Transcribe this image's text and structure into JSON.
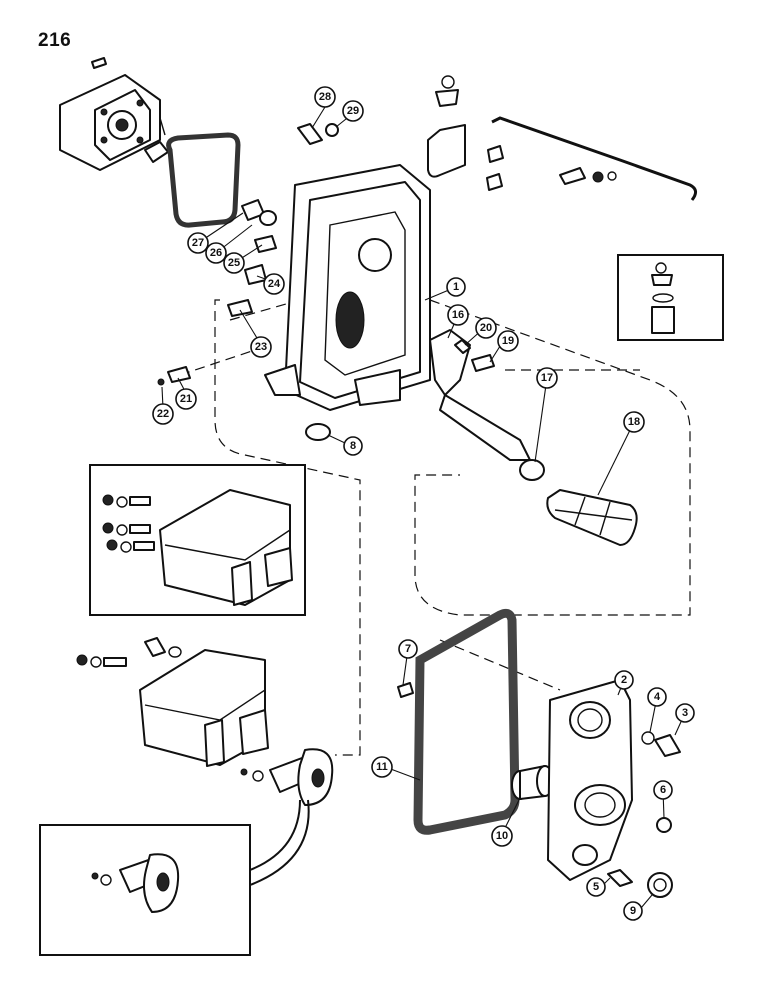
{
  "page_number": "216",
  "callouts": [
    {
      "label": "1"
    },
    {
      "label": "2"
    },
    {
      "label": "3"
    },
    {
      "label": "4"
    },
    {
      "label": "5"
    },
    {
      "label": "6"
    },
    {
      "label": "7"
    },
    {
      "label": "8"
    },
    {
      "label": "9"
    },
    {
      "label": "10"
    },
    {
      "label": "11"
    },
    {
      "label": "16"
    },
    {
      "label": "17"
    },
    {
      "label": "18"
    },
    {
      "label": "19"
    },
    {
      "label": "20"
    },
    {
      "label": "21"
    },
    {
      "label": "22"
    },
    {
      "label": "23"
    },
    {
      "label": "24"
    },
    {
      "label": "25"
    },
    {
      "label": "26"
    },
    {
      "label": "27"
    },
    {
      "label": "28"
    },
    {
      "label": "29"
    }
  ]
}
